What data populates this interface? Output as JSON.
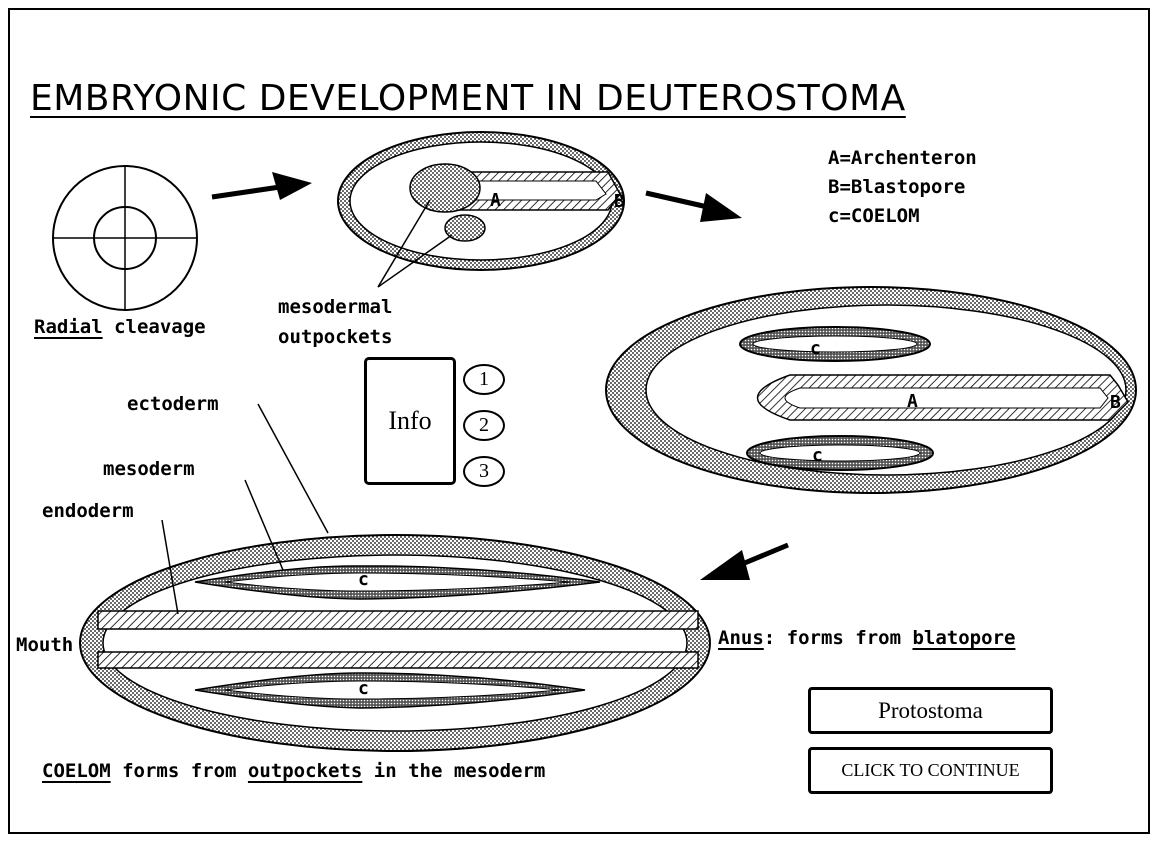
{
  "title": "EMBRYONIC DEVELOPMENT IN DEUTEROSTOMA",
  "legend": [
    "A=Archenteron",
    "B=Blastopore",
    "c=COELOM"
  ],
  "cleavage": {
    "underlined": "Radial",
    "rest": " cleavage"
  },
  "mesodermal_outpockets": [
    "mesodermal",
    "outpockets"
  ],
  "germ_layers": {
    "ectoderm": "ectoderm",
    "mesoderm": "mesoderm",
    "endoderm": "endoderm",
    "mouth": "Mouth"
  },
  "anus": {
    "underlined": "Anus",
    "middle": ": forms from ",
    "underlined2": "blatopore"
  },
  "coelom_caption": {
    "part1": "COELOM",
    "part2": " forms from ",
    "part3": "outpockets",
    "part4": " in the mesoderm"
  },
  "diagram_letters": {
    "a": "A",
    "b": "B",
    "c": "c"
  },
  "info": {
    "label": "Info",
    "numbers": [
      "1",
      "2",
      "3"
    ]
  },
  "buttons": {
    "protostoma": "Protostoma",
    "continue": "CLICK TO CONTINUE"
  }
}
